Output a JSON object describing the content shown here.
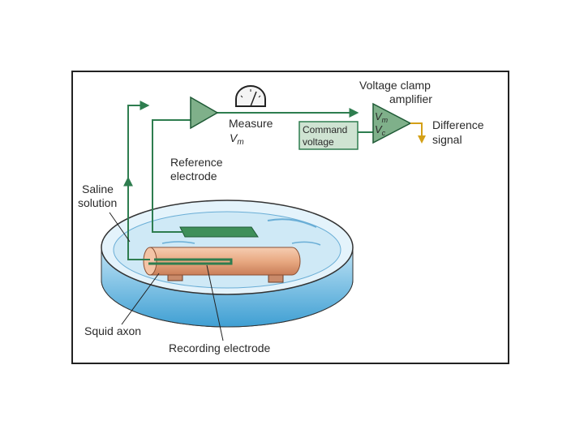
{
  "labels": {
    "voltage_clamp_line1": "Voltage clamp",
    "voltage_clamp_line2": "amplifier",
    "measure_line1": "Measure",
    "measure_vm_main": "V",
    "measure_vm_sub": "m",
    "command_line1": "Command",
    "command_line2": "voltage",
    "amp_input_top_main": "V",
    "amp_input_top_sub": "m",
    "amp_input_bottom_main": "V",
    "amp_input_bottom_sub": "c",
    "difference_line1": "Difference",
    "difference_line2": "signal",
    "reference_line1": "Reference",
    "reference_line2": "electrode",
    "saline_line1": "Saline",
    "saline_line2": "solution",
    "squid_axon": "Squid axon",
    "recording_electrode": "Recording electrode"
  },
  "colors": {
    "wire": "#2e7d4f",
    "amplifier_fill": "#7fb08a",
    "command_box_fill": "#cfe3d2",
    "output_arrow": "#d4a017",
    "dish_water": "#4aa9d8",
    "dish_light": "#cfe9f6",
    "axon": "#e8a982",
    "support_block": "#c98a6a",
    "reference_electrode": "#3f8f5a",
    "frame_border": "#222222"
  },
  "icons": [
    "voltmeter-icon",
    "amplifier-triangle-icon",
    "output-arrow-icon"
  ]
}
